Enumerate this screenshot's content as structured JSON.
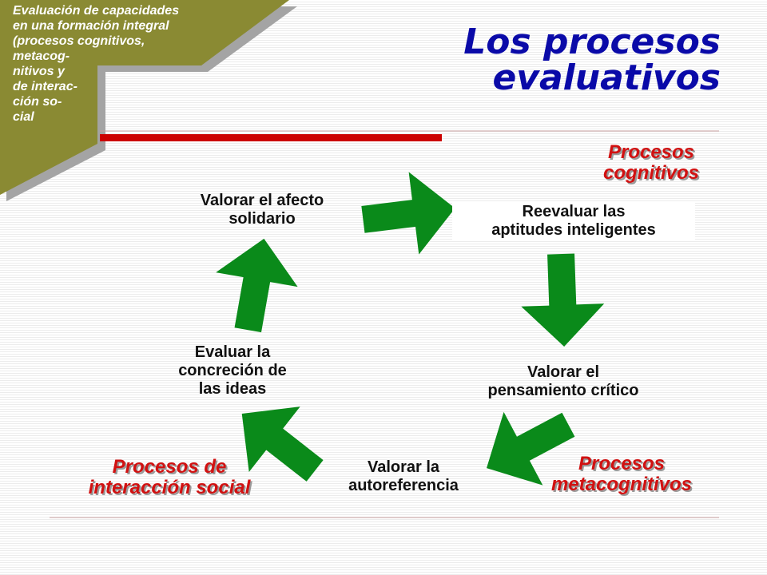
{
  "header": {
    "corner_text": "Evaluación de capacidades\nen una formación integral\n(procesos cognitivos,\nmetacog-\nnitivos y\nde interac-\nción so-\ncial",
    "title": "Los procesos\nevaluativos"
  },
  "diagram": {
    "nodes": {
      "afecto": "Valorar el afecto\nsolidario",
      "aptitudes": "Reevaluar las\naptitudes inteligentes",
      "pensamiento": "Valorar el\npensamiento crítico",
      "autoreferencia": "Valorar la\nautoreferencia",
      "concrecion": "Evaluar la\nconcreción de\nlas ideas"
    },
    "categories": {
      "cognitivos": "Procesos\ncognitivos",
      "metacognitivos": "Procesos\nmetacognitivos",
      "interaccion": "Procesos de\ninteracción social"
    },
    "arrow_count": 5
  },
  "colors": {
    "arrow": "#0a8a1a",
    "title": "#0a0aa8",
    "category": "#d11111",
    "accent_bar": "#cc0000",
    "corner": "#8a8a33"
  }
}
